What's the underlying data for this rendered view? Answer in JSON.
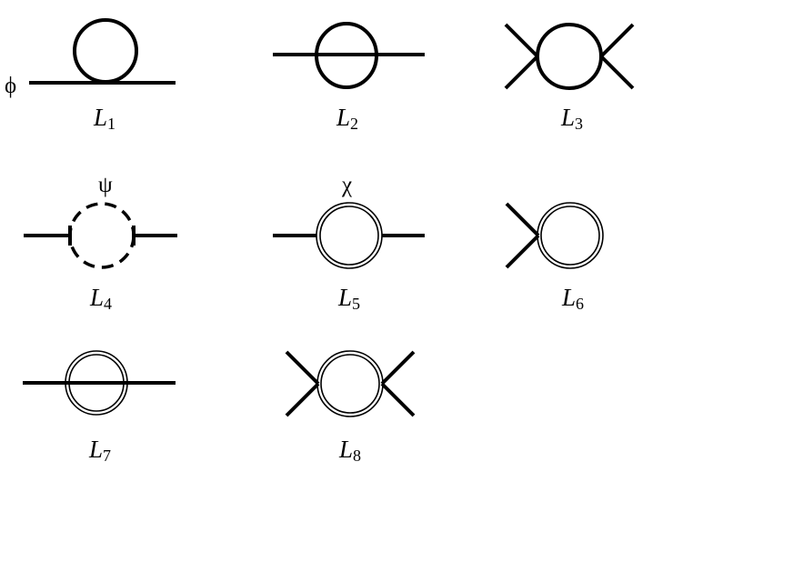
{
  "fields": {
    "phi": "ϕ",
    "psi": "ψ",
    "chi": "χ"
  },
  "diagrams": [
    {
      "id": "L1",
      "letter": "L",
      "subscript": "1"
    },
    {
      "id": "L2",
      "letter": "L",
      "subscript": "2"
    },
    {
      "id": "L3",
      "letter": "L",
      "subscript": "3"
    },
    {
      "id": "L4",
      "letter": "L",
      "subscript": "4"
    },
    {
      "id": "L5",
      "letter": "L",
      "subscript": "5"
    },
    {
      "id": "L6",
      "letter": "L",
      "subscript": "6"
    },
    {
      "id": "L7",
      "letter": "L",
      "subscript": "7"
    },
    {
      "id": "L8",
      "letter": "L",
      "subscript": "8"
    }
  ]
}
